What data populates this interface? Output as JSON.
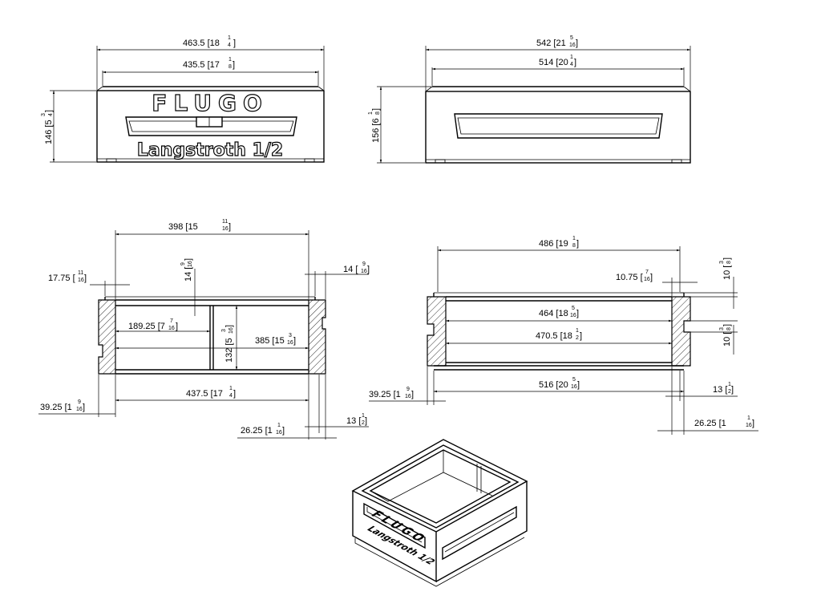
{
  "drawing": {
    "brand": "FLUGO",
    "model": "Langstroth 1/2",
    "front_view": {
      "overall_width": "463.5",
      "overall_width_in": "[18",
      "overall_width_frac": [
        "1",
        "4"
      ],
      "inner_width": "435.5",
      "inner_width_in": "[17",
      "inner_width_frac": [
        "1",
        "8"
      ],
      "height": "146",
      "height_in": "[5",
      "height_frac": [
        "3",
        "4"
      ]
    },
    "side_view": {
      "overall_width": "542",
      "overall_width_in": "[21",
      "overall_width_frac": [
        "5",
        "16"
      ],
      "inner_width": "514",
      "inner_width_in": "[20",
      "inner_width_frac": [
        "1",
        "4"
      ],
      "height": "156",
      "height_in": "[6",
      "height_frac": [
        "1",
        "8"
      ]
    },
    "section_a": {
      "top_width": "398",
      "top_width_in": "[15",
      "top_width_frac": [
        "11",
        "16"
      ],
      "lip_left": "17.75",
      "lip_left_in": "[",
      "lip_left_frac": [
        "11",
        "16"
      ],
      "lip_depth": "14",
      "lip_depth_in": "[",
      "lip_depth_frac": [
        "9",
        "16"
      ],
      "lip_right": "14",
      "lip_right_in": "[",
      "lip_right_frac": [
        "9",
        "16"
      ],
      "half_width": "189.25",
      "half_width_in": "[7",
      "half_width_frac": [
        "7",
        "16"
      ],
      "inner_height": "132",
      "inner_height_in": "[5",
      "inner_height_frac": [
        "3",
        "16"
      ],
      "inner_width": "385",
      "inner_width_in": "[15",
      "inner_width_frac": [
        "3",
        "16"
      ],
      "bottom_width": "437.5",
      "bottom_width_in": "[17",
      "bottom_width_frac": [
        "1",
        "4"
      ],
      "wall_left": "39.25",
      "wall_left_in": "[1",
      "wall_left_frac": [
        "9",
        "16"
      ],
      "foot": "13",
      "foot_in": "[",
      "foot_frac": [
        "1",
        "2"
      ],
      "wall_right": "26.25",
      "wall_right_in": "[1",
      "wall_right_frac": [
        "1",
        "16"
      ]
    },
    "section_b": {
      "top_width": "486",
      "top_width_in": "[19",
      "top_width_frac": [
        "1",
        "8"
      ],
      "lip_depth_top": "10",
      "lip_depth_top_in": "[",
      "lip_depth_top_frac": [
        "3",
        "8"
      ],
      "lip": "10.75",
      "lip_in": "[",
      "lip_frac": [
        "7",
        "16"
      ],
      "inner_width": "464",
      "inner_width_in": "[18",
      "inner_width_frac": [
        "5",
        "16"
      ],
      "lip_depth_mid": "10",
      "lip_depth_mid_in": "[",
      "lip_depth_mid_frac": [
        "3",
        "8"
      ],
      "mid_width": "470.5",
      "mid_width_in": "[18",
      "mid_width_frac": [
        "1",
        "2"
      ],
      "bottom_width": "516",
      "bottom_width_in": "[20",
      "bottom_width_frac": [
        "5",
        "16"
      ],
      "wall_left": "39.25",
      "wall_left_in": "[1",
      "wall_left_frac": [
        "9",
        "16"
      ],
      "foot": "13",
      "foot_in": "[",
      "foot_frac": [
        "1",
        "2"
      ],
      "wall_right": "26.25",
      "wall_right_in": "[1",
      "wall_right_frac": [
        "1",
        "16"
      ]
    }
  }
}
